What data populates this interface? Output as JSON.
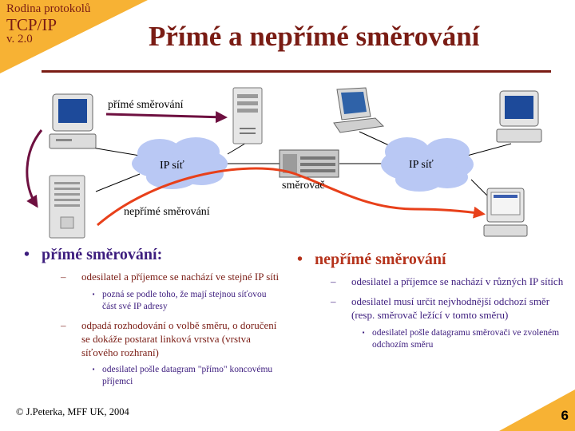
{
  "header": {
    "series_line1": "Rodina protokolů",
    "series_line2": "TCP/IP",
    "series_line3": "v. 2.0",
    "title": "Přímé a nepřímé směrování"
  },
  "diagram": {
    "label_direct": "přímé směrování",
    "label_indirect": "nepřímé směrování",
    "label_net_left": "IP síť",
    "label_net_right": "IP síť",
    "label_router": "směrovač",
    "colors": {
      "direct_arrow": "#6e1040",
      "indirect_arrow": "#e8401a",
      "cloud": "#b9c8f4"
    }
  },
  "left": {
    "heading": "přímé směrování:",
    "items": [
      {
        "text": "odesilatel a příjemce se nachází ve stejné IP síti",
        "sub": "pozná se podle toho, že mají stejnou síťovou část své IP adresy"
      },
      {
        "text": "odpadá rozhodování o volbě směru, o doručení se dokáže postarat linková vrstva (vrstva síťového rozhraní)",
        "sub": "odesilatel pošle datagram \"přímo\" koncovému příjemci"
      }
    ]
  },
  "right": {
    "heading": "nepřímé směrování",
    "items": [
      {
        "text": "odesilatel a příjemce se nachází v různých IP sítích"
      },
      {
        "text": "odesilatel musí určit nejvhodnější odchozí směr (resp. směrovač ležící v tomto směru)",
        "sub": "odesilatel pošle datagramu směrovači ve zvoleném odchozím směru"
      }
    ]
  },
  "footer": {
    "copyright": "© J.Peterka, MFF UK, 2004",
    "page": "6"
  }
}
